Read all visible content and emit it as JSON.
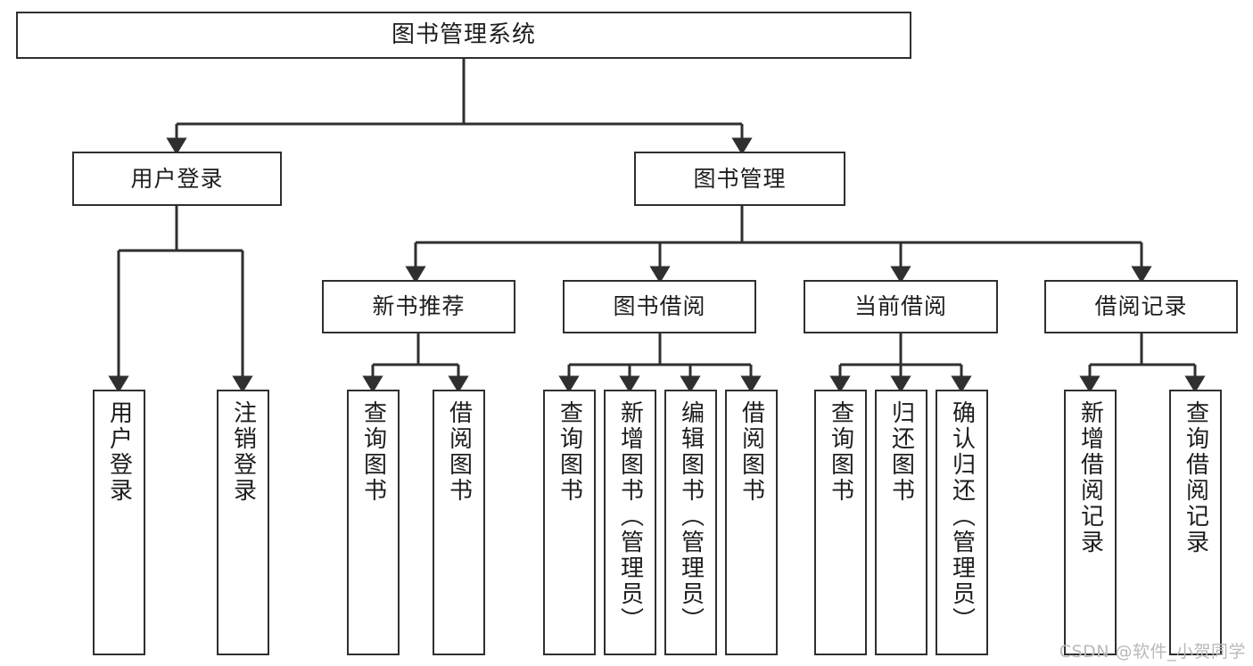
{
  "diagram": {
    "title": "图书管理系统",
    "type": "tree-hierarchy-diagram",
    "root": {
      "label": "图书管理系统"
    },
    "level2": [
      {
        "label": "用户登录"
      },
      {
        "label": "图书管理"
      }
    ],
    "level3": [
      {
        "label": "新书推荐"
      },
      {
        "label": "图书借阅"
      },
      {
        "label": "当前借阅"
      },
      {
        "label": "借阅记录"
      }
    ],
    "leaves": {
      "user_login": [
        {
          "label": "用户登录"
        },
        {
          "label": "注销登录"
        }
      ],
      "new_book_recommend": [
        {
          "label": "查询图书"
        },
        {
          "label": "借阅图书"
        }
      ],
      "book_borrow": [
        {
          "label": "查询图书"
        },
        {
          "label": "新增图书（管理员）"
        },
        {
          "label": "编辑图书（管理员）"
        },
        {
          "label": "借阅图书"
        }
      ],
      "current_borrow": [
        {
          "label": "查询图书"
        },
        {
          "label": "归还图书"
        },
        {
          "label": "确认归还（管理员）"
        }
      ],
      "borrow_record": [
        {
          "label": "新增借阅记录"
        },
        {
          "label": "查询借阅记录"
        }
      ]
    },
    "watermark": "CSDN @软件_小贺同学",
    "colors": {
      "stroke": "#2f2f2f",
      "fill": "#ffffff",
      "text": "#1d1d1d",
      "watermark": "#b9b9b9"
    }
  }
}
